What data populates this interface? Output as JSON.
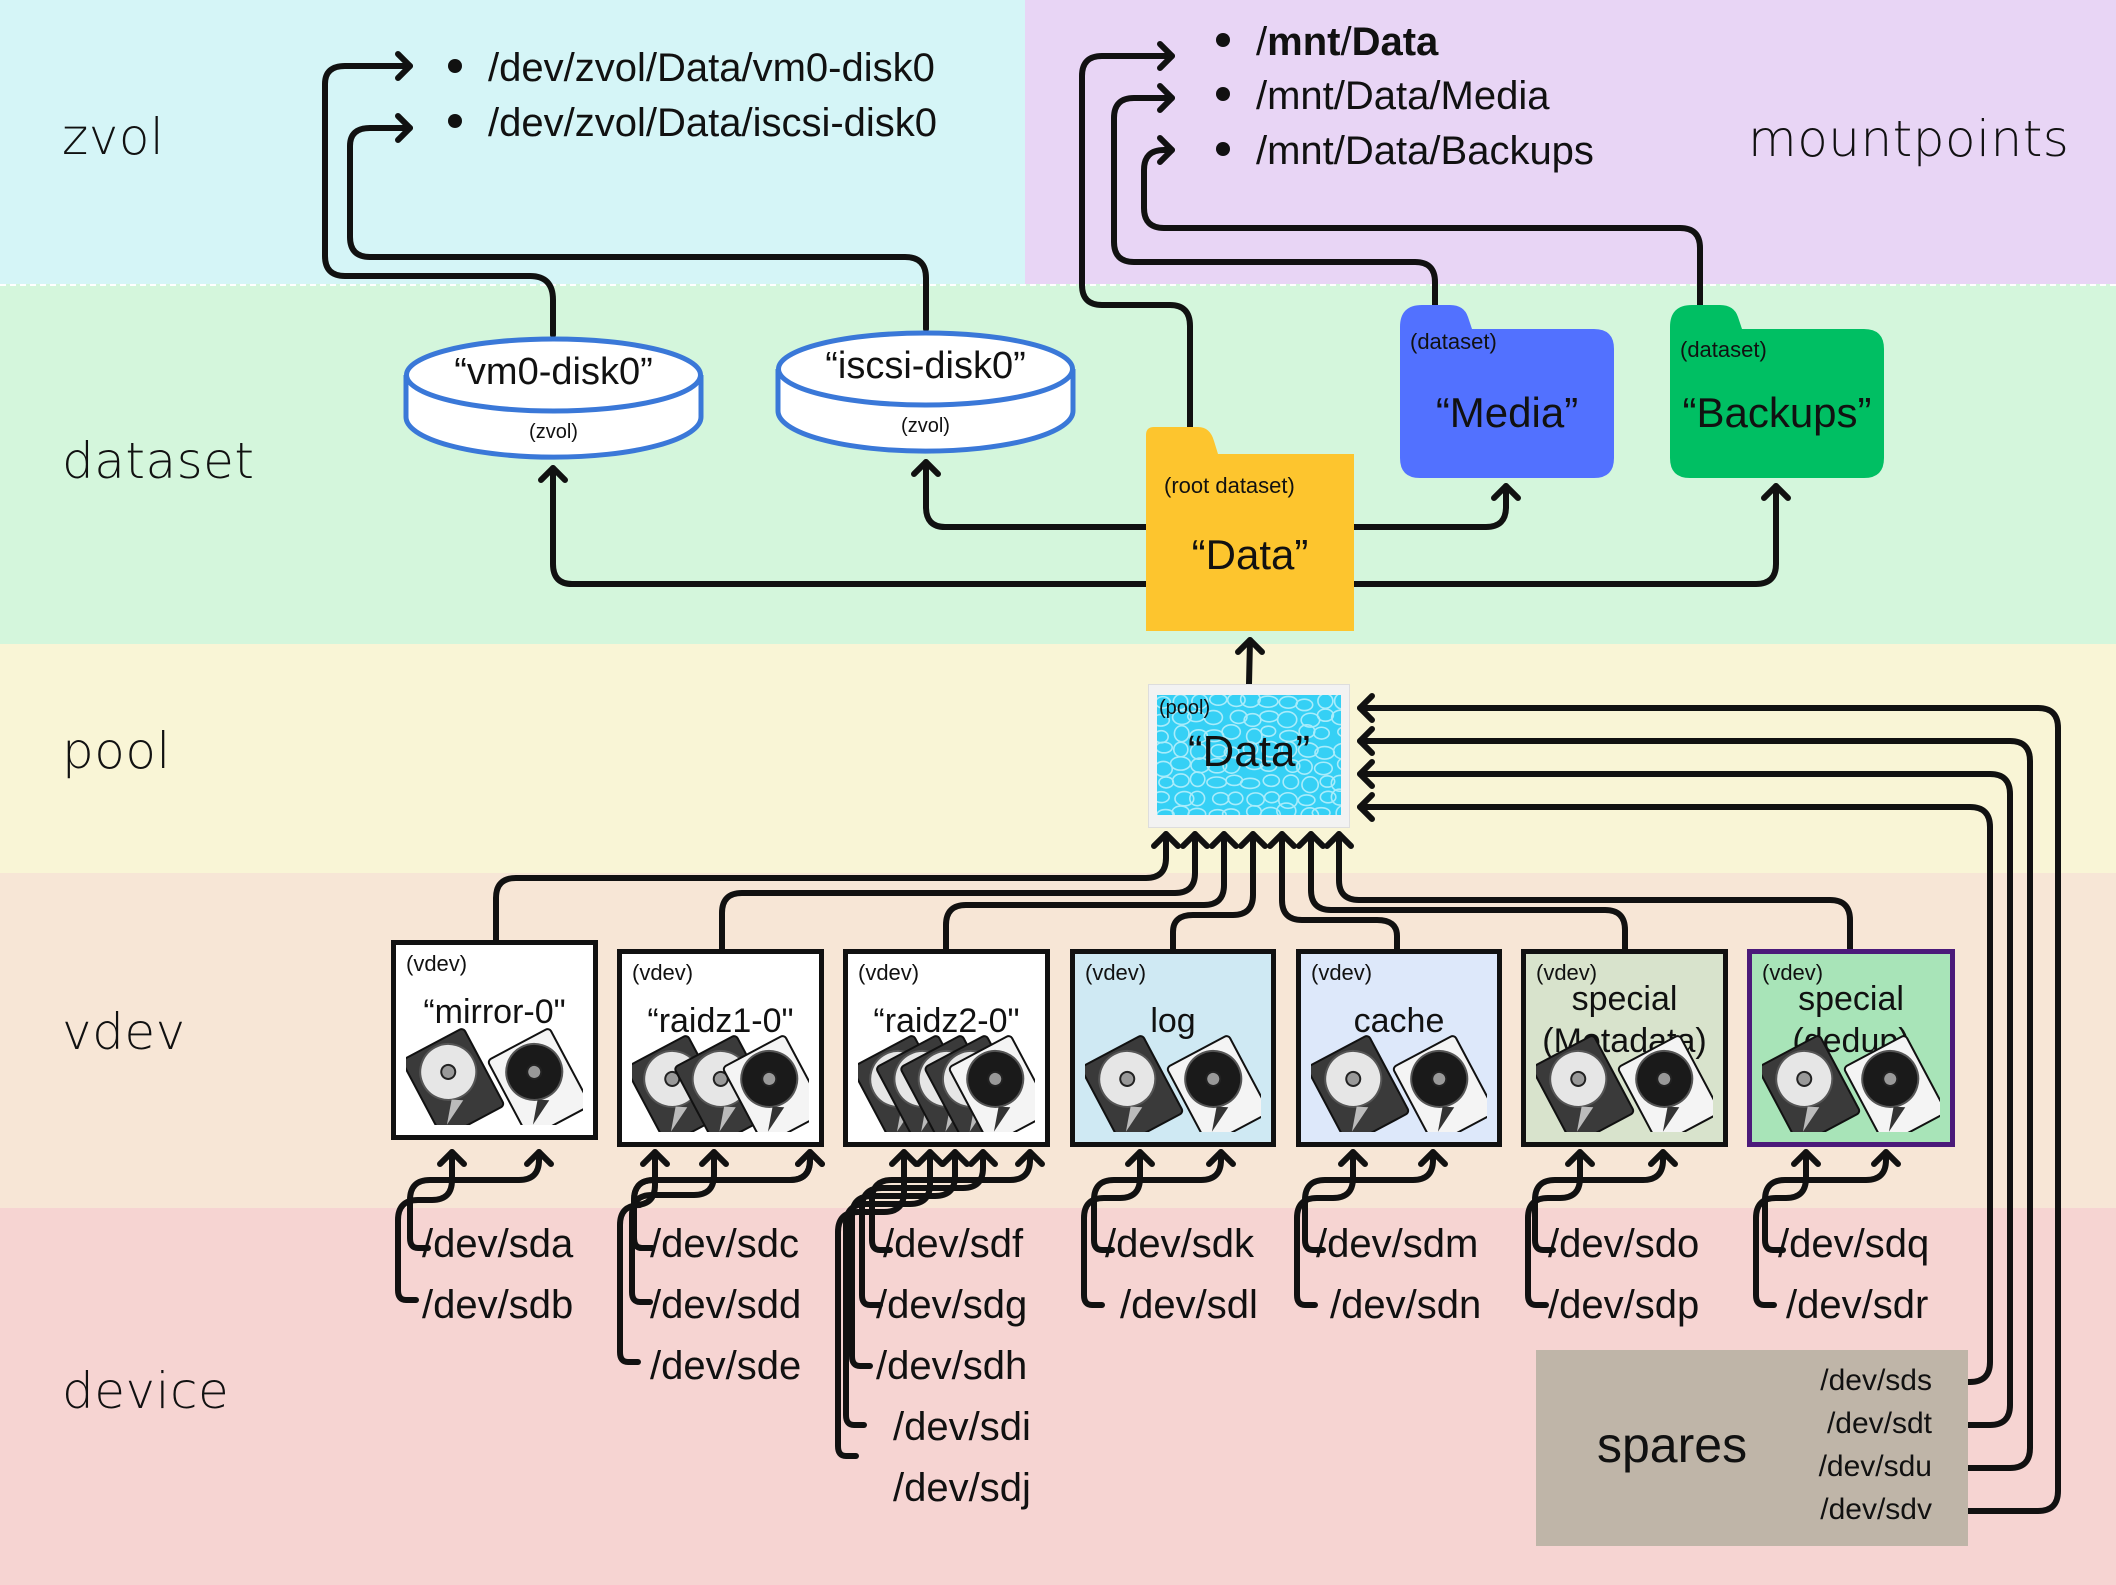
{
  "layers": [
    {
      "label": "zvol",
      "color": "#d5f5f7"
    },
    {
      "label": "dataset",
      "color": "#d4f6dc"
    },
    {
      "label": "pool",
      "color": "#f9f5d6"
    },
    {
      "label": "vdev",
      "color": "#f7e6d6"
    },
    {
      "label": "device",
      "color": "#f6d4d2"
    }
  ],
  "mountpoints_region": {
    "label": "mountpoints",
    "color": "#e8d5f5"
  },
  "zvol_paths": [
    "/dev/zvol/Data/vm0-disk0",
    "/dev/zvol/Data/iscsi-disk0"
  ],
  "mountpoints": [
    {
      "prefix": "/",
      "bold": "mnt",
      "sep": "/",
      "bold2": "Data",
      "rest": ""
    },
    {
      "text": "/mnt/Data/Media"
    },
    {
      "text": "/mnt/Data/Backups"
    }
  ],
  "zvols": [
    {
      "name": "“vm0-disk0”",
      "type": "(zvol)"
    },
    {
      "name": "“iscsi-disk0”",
      "type": "(zvol)"
    }
  ],
  "datasets": {
    "root": {
      "type": "(root dataset)",
      "name": "“Data”",
      "color": "#fdc52e"
    },
    "children": [
      {
        "type": "(dataset)",
        "name": "“Media”",
        "color": "#5271ff"
      },
      {
        "type": "(dataset)",
        "name": "“Backups”",
        "color": "#00bf63"
      }
    ]
  },
  "pool": {
    "type": "(pool)",
    "name": "“Data”",
    "color": "#35d0f5"
  },
  "vdevs": [
    {
      "type": "(vdev)",
      "name": "“mirror-0\"",
      "color": "#ffffff",
      "disks": 2,
      "devices": [
        "/dev/sda",
        "/dev/sdb"
      ]
    },
    {
      "type": "(vdev)",
      "name": "“raidz1-0\"",
      "color": "#ffffff",
      "disks": 3,
      "devices": [
        "/dev/sdc",
        "/dev/sdd",
        "/dev/sde"
      ]
    },
    {
      "type": "(vdev)",
      "name": "“raidz2-0\"",
      "color": "#ffffff",
      "disks": 5,
      "devices": [
        "/dev/sdf",
        "/dev/sdg",
        "/dev/sdh",
        "/dev/sdi",
        "/dev/sdj"
      ]
    },
    {
      "type": "(vdev)",
      "name": "log",
      "color": "#cfe9f3",
      "disks": 2,
      "devices": [
        "/dev/sdk",
        "/dev/sdl"
      ]
    },
    {
      "type": "(vdev)",
      "name": "cache",
      "color": "#dde8fa",
      "disks": 2,
      "devices": [
        "/dev/sdm",
        "/dev/sdn"
      ]
    },
    {
      "type": "(vdev)",
      "name": "special\n(Metadata)",
      "name_lines": [
        "special",
        "(Metadata)"
      ],
      "color": "#d8e3cc",
      "disks": 2,
      "devices": [
        "/dev/sdo",
        "/dev/sdp"
      ]
    },
    {
      "type": "(vdev)",
      "name": "special\n(dedup)",
      "name_lines": [
        "special",
        "(dedup)"
      ],
      "color": "#a8e4b8",
      "border": "#4b1a7a",
      "disks": 2,
      "devices": [
        "/dev/sdq",
        "/dev/sdr"
      ]
    }
  ],
  "spares": {
    "label": "spares",
    "color": "#bfb5a8",
    "devices": [
      "/dev/sds",
      "/dev/sdt",
      "/dev/sdu",
      "/dev/sdv"
    ]
  }
}
